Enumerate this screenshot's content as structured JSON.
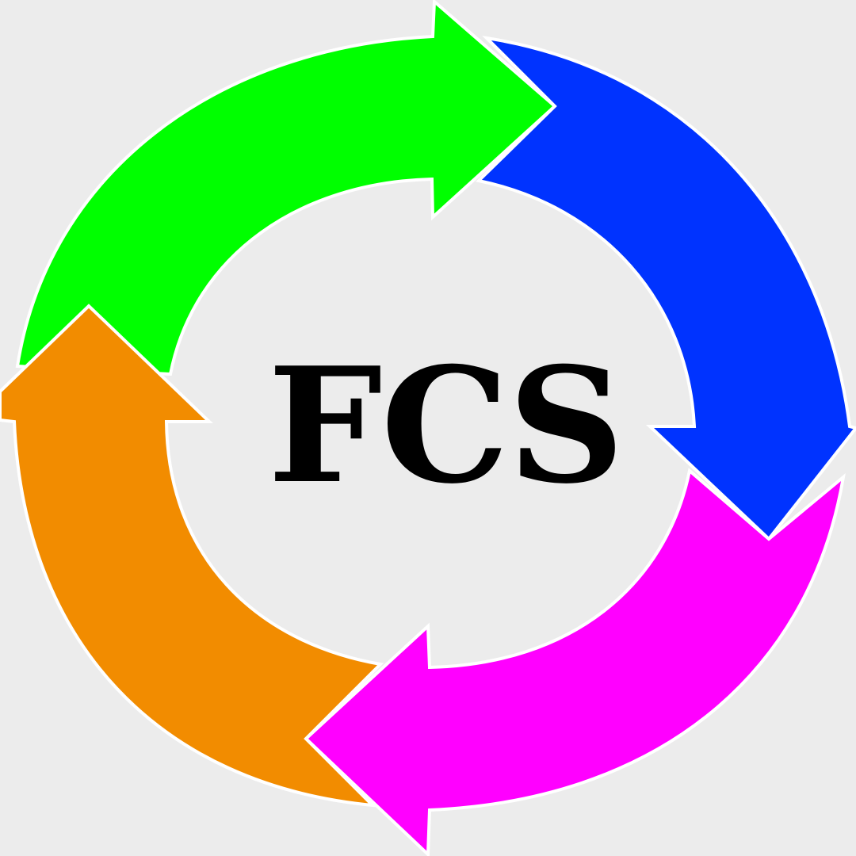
{
  "diagram": {
    "center_text": "FCS",
    "background_color": "#ececec",
    "arrows": [
      {
        "name": "green-arrow",
        "color": "#00ff00",
        "direction": "clockwise"
      },
      {
        "name": "blue-arrow",
        "color": "#0033ff",
        "direction": "clockwise"
      },
      {
        "name": "magenta-arrow",
        "color": "#ff00ff",
        "direction": "clockwise"
      },
      {
        "name": "orange-arrow",
        "color": "#f28c00",
        "direction": "clockwise"
      }
    ]
  }
}
